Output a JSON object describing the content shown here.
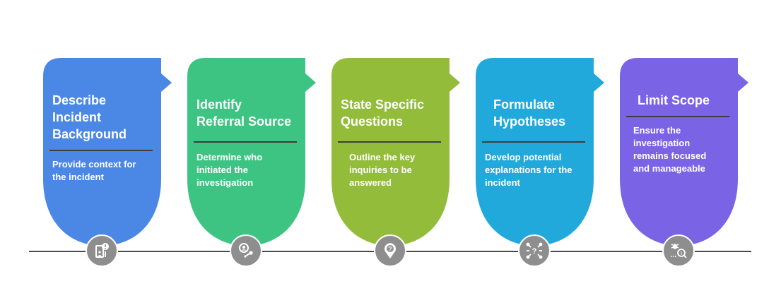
{
  "diagram": {
    "type": "process-timeline",
    "steps": [
      {
        "title": "Describe Incident Background",
        "title_lines": [
          "Describe",
          "Incident",
          "Background"
        ],
        "description_lines": [
          "Provide context for",
          "the incident"
        ],
        "color": "#4B87E4",
        "icon": "phone-alert-person-icon"
      },
      {
        "title": "Identify Referral Source",
        "title_lines": [
          "Identify",
          "Referral Source"
        ],
        "description_lines": [
          "Determine who",
          "initiated the",
          "investigation"
        ],
        "color": "#3DC483",
        "icon": "user-search-connection-icon"
      },
      {
        "title": "State Specific Questions",
        "title_lines": [
          "State Specific",
          "Questions"
        ],
        "description_lines": [
          "Outline the key",
          "inquiries to be",
          "answered"
        ],
        "color": "#92BC3A",
        "icon": "question-location-pin-icon"
      },
      {
        "title": "Formulate Hypotheses",
        "title_lines": [
          "Formulate",
          "Hypotheses"
        ],
        "description_lines": [
          "Develop potential",
          "explanations for the",
          "incident"
        ],
        "color": "#22A9DB",
        "icon": "question-network-icon"
      },
      {
        "title": "Limit Scope",
        "title_lines": [
          "Limit Scope"
        ],
        "description_lines": [
          "Ensure the",
          "investigation",
          "remains focused",
          "and manageable"
        ],
        "color": "#7B63E6",
        "icon": "bug-magnifier-icon"
      }
    ],
    "colors": {
      "timeline": "#4a4a4a",
      "divider": "#3d3d3d",
      "icon_circle": "#8e8e8e",
      "text": "#ffffff"
    }
  }
}
